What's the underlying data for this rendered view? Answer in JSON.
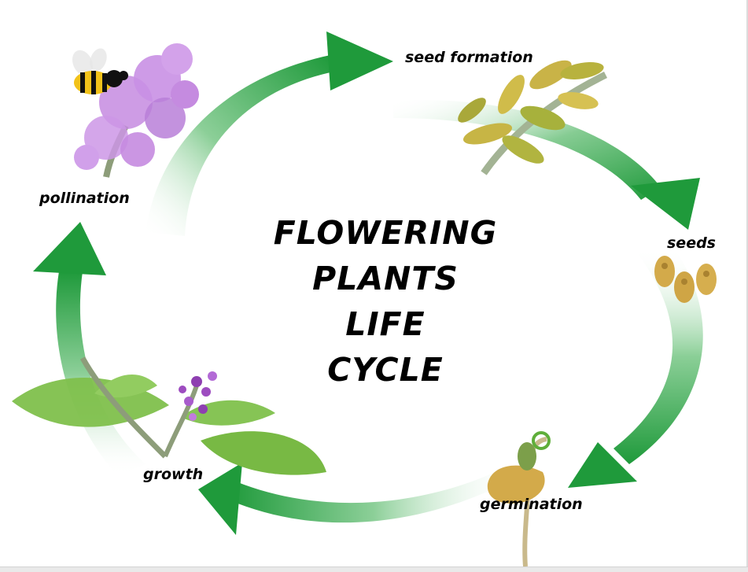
{
  "title": [
    "FLOWERING",
    "PLANTS",
    "LIFE",
    "CYCLE"
  ],
  "stages": {
    "seed_formation": "seed formation",
    "seeds": "seeds",
    "germination": "germination",
    "growth": "growth",
    "pollination": "pollination"
  },
  "colors": {
    "arrow_green": "#1f9a3b",
    "arrow_light": "#d9efdc",
    "lilac": "#c58be0",
    "leaf_green": "#5fae3a",
    "seed_gold": "#d3aa4a"
  },
  "icons": [
    "bee-icon",
    "lilac-flower-icon",
    "seed-pod-branch-icon",
    "seeds-icon",
    "germinating-seed-icon",
    "young-plant-icon"
  ]
}
